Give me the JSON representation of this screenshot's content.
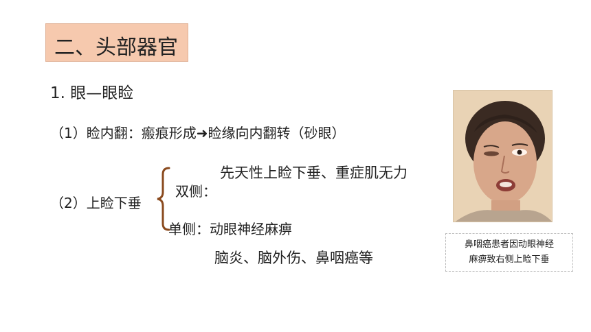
{
  "slide": {
    "title": "二、头部器官",
    "subtitle": "1. 眼—眼睑",
    "item1_prefix": "（1）睑内翻：瘢痕形成",
    "item1_arrow": "➜",
    "item1_suffix": "睑缘向内翻转（砂眼）",
    "item2_label": "（2）上睑下垂",
    "bilateral_label": "双侧：",
    "bilateral_detail": "先天性上睑下垂、重症肌无力",
    "unilateral_label": "单侧：动眼神经麻痹",
    "unilateral_detail": "脑炎、脑外伤、鼻咽癌等"
  },
  "figure": {
    "caption": "鼻咽癌患者因动眼神经\n麻痹致右侧上睑下垂"
  },
  "colors": {
    "title_bg": "#f6c9ae",
    "brace": "#8a4a1e",
    "photo_bg": "#efdcc2"
  }
}
